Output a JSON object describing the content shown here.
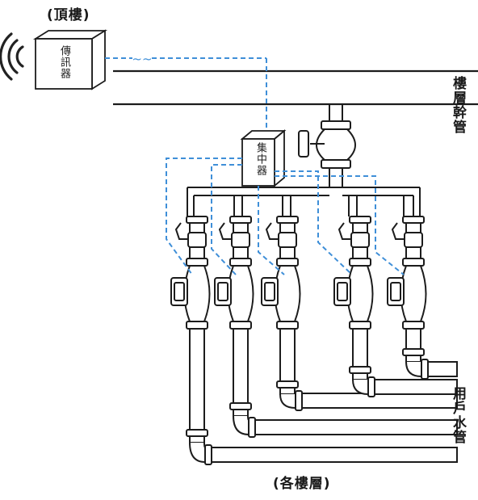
{
  "labels": {
    "top_floor": "(頂樓)",
    "each_floor": "(各樓層)",
    "trunk_pipe": "樓層幹管",
    "user_pipe": "用戶水管"
  },
  "devices": {
    "transmitter": "傳訊器",
    "concentrator": "集中器"
  },
  "colors": {
    "line": "#1c1c1c",
    "signal": "#3f8fd8",
    "fill": "#ffffff"
  },
  "icons": {
    "wireless": "wireless-signal-icon",
    "tilde": "wireless-link-tilde"
  }
}
